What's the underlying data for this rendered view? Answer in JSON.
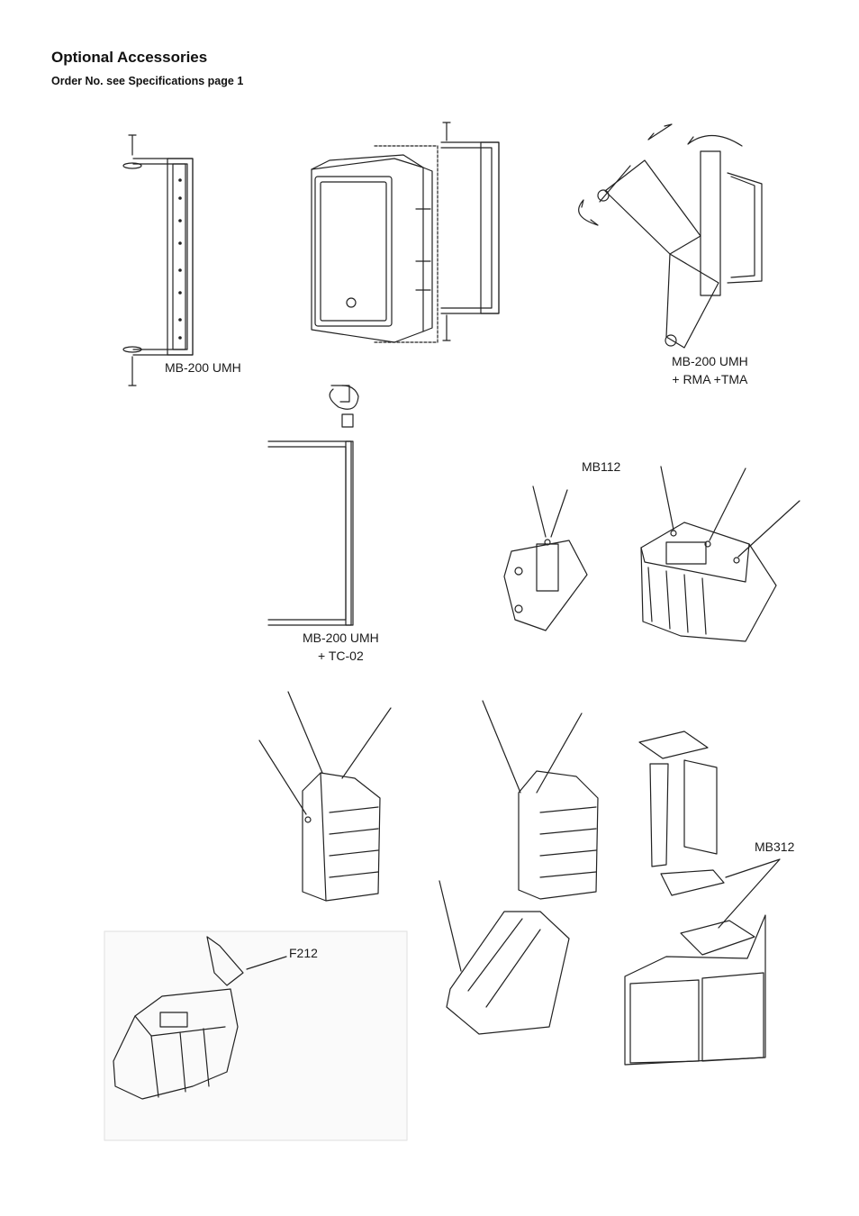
{
  "header": {
    "title": "Optional Accessories",
    "subtitle": "Order No. see Specifications page 1"
  },
  "labels": {
    "mb200_umh": "MB-200 UMH",
    "mb200_rma_line1": "MB-200 UMH",
    "mb200_rma_line2": "+ RMA +TMA",
    "mb200_tc02_line1": "MB-200 UMH",
    "mb200_tc02_line2": "+ TC-02",
    "mb112": "MB112",
    "mb312": "MB312",
    "f212": "F212"
  }
}
